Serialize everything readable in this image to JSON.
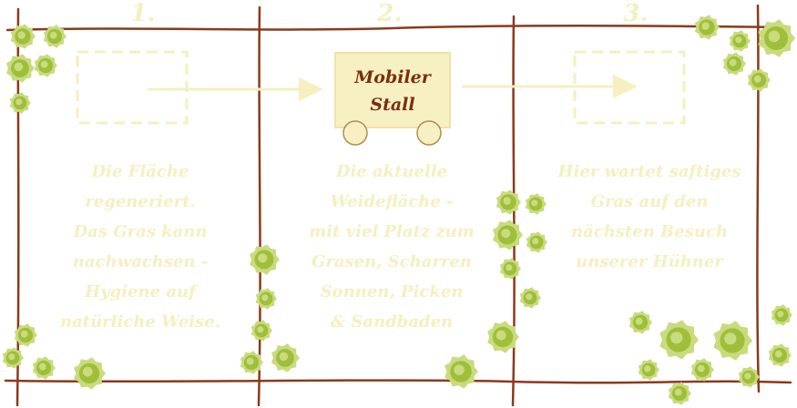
{
  "steps": [
    {
      "number": "1.",
      "text": "Die Fläche\nregeneriert.\nDas Gras kann\nnachwachsen -\nHygiene auf\nnatürliche Weise."
    },
    {
      "number": "2.",
      "stall_label": "Mobiler\nStall",
      "text": "Die aktuelle\nWeidefläche -\nmit viel Platz zum\nGrasen, Scharren\nSonnen, Picken\n& Sandbaden"
    },
    {
      "number": "3.",
      "text": "Hier wartet saftiges\nGras auf den\nnächsten Besuch\nunserer Hühner"
    }
  ],
  "colors": {
    "fence": "#8b3a1c",
    "pale": "#f6efc0",
    "stall_fill": "#f7f0c2",
    "stall_text": "#7a2e12",
    "grass_dark": "#9fbf3a",
    "grass_light": "#c9db7e"
  },
  "icons": [
    "grass-tuft-icon",
    "arrow-right-icon",
    "mobile-stall-icon"
  ]
}
